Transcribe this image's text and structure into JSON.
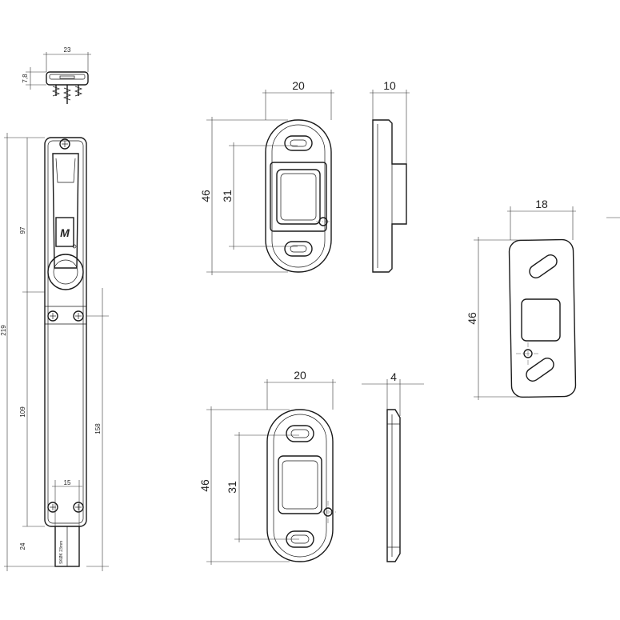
{
  "colors": {
    "line": "#1a1a1a",
    "background": "#ffffff"
  },
  "bolt": {
    "dim_top_width": "23",
    "dim_top_height": "7,8",
    "dim_total_length": "219",
    "dim_upper": "97",
    "dim_lower": "109",
    "dim_mount": "158",
    "dim_width": "15",
    "dim_bolt": "24",
    "stamp": "SKØK 23mm",
    "logo_letters": "M"
  },
  "keeper1": {
    "width": "20",
    "height": "46",
    "inner": "31",
    "side_width": "10"
  },
  "keeper2": {
    "width": "20",
    "height": "46",
    "inner": "31",
    "side_width": "4"
  },
  "plate": {
    "width": "18",
    "height": "46"
  }
}
